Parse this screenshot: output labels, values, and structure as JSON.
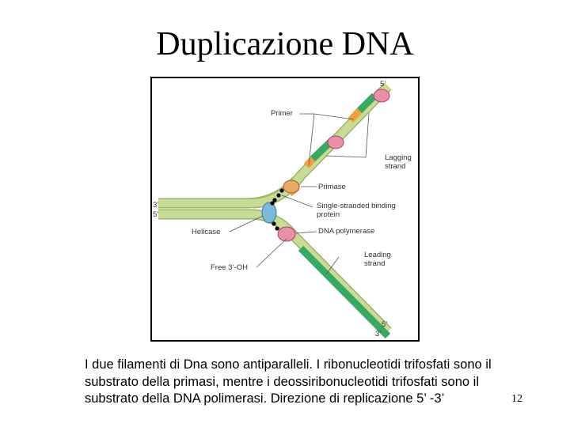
{
  "slide": {
    "title": "Duplicazione DNA",
    "caption": "I due filamenti di Dna sono antiparalleli. I ribonucleotidi trifosfati sono il substrato della primasi, mentre i deossiribonucleotidi trifosfati sono il substrato della DNA polimerasi. Direzione di replicazione 5’ -3’",
    "slide_number": "12"
  },
  "diagram": {
    "labels": {
      "five_prime_top": "5’",
      "three_prime_left": "3’",
      "five_prime_left": "5’",
      "five_prime_bottom": "5’",
      "three_prime_bottom": "3’",
      "primer": "Primer",
      "lagging_line1": "Lagging",
      "lagging_line2": "strand",
      "primase": "Primase",
      "ssb_line1": "Single-stranded binding",
      "ssb_line2": "protein",
      "helicase": "Helicase",
      "dna_polymerase": "DNA polymerase",
      "leading_line1": "Leading",
      "leading_line2": "strand",
      "free_oh": "Free 3’-OH"
    },
    "colors": {
      "strand": "#c8dc96",
      "strand_edge": "#9cb466",
      "new_strand": "#3aa860",
      "primer": "#f0a040",
      "polymerase": "#e890a8",
      "helicase": "#7cb8d8",
      "primase": "#e8a868",
      "frame": "#000000"
    }
  }
}
